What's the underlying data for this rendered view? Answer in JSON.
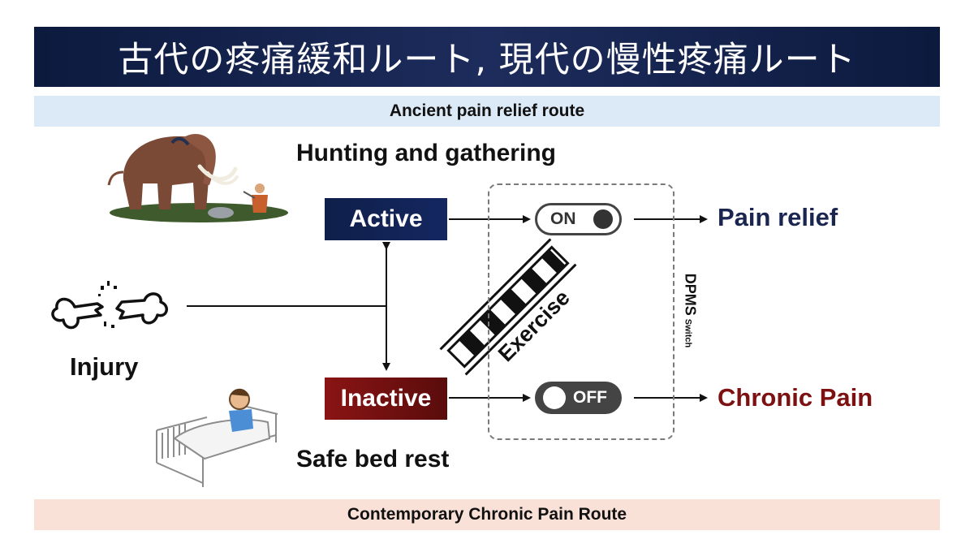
{
  "header": {
    "title": "古代の疼痛緩和ルート, 現代の慢性疼痛ルート"
  },
  "bands": {
    "ancient": "Ancient pain relief route",
    "contemporary": "Contemporary Chronic Pain Route"
  },
  "labels": {
    "hunting": "Hunting and gathering",
    "bed_rest": "Safe bed rest",
    "injury": "Injury"
  },
  "states": {
    "active": "Active",
    "inactive": "Inactive"
  },
  "switch": {
    "on": "ON",
    "off": "OFF",
    "name": "DPMS",
    "sub": "Switch"
  },
  "exercise": "Exercise",
  "outcomes": {
    "relief": "Pain relief",
    "chronic": "Chronic Pain"
  },
  "colors": {
    "navy": "#0f1f4a",
    "crimson": "#8a1414",
    "relief_text": "#1a2550",
    "chronic_text": "#7d1010"
  }
}
